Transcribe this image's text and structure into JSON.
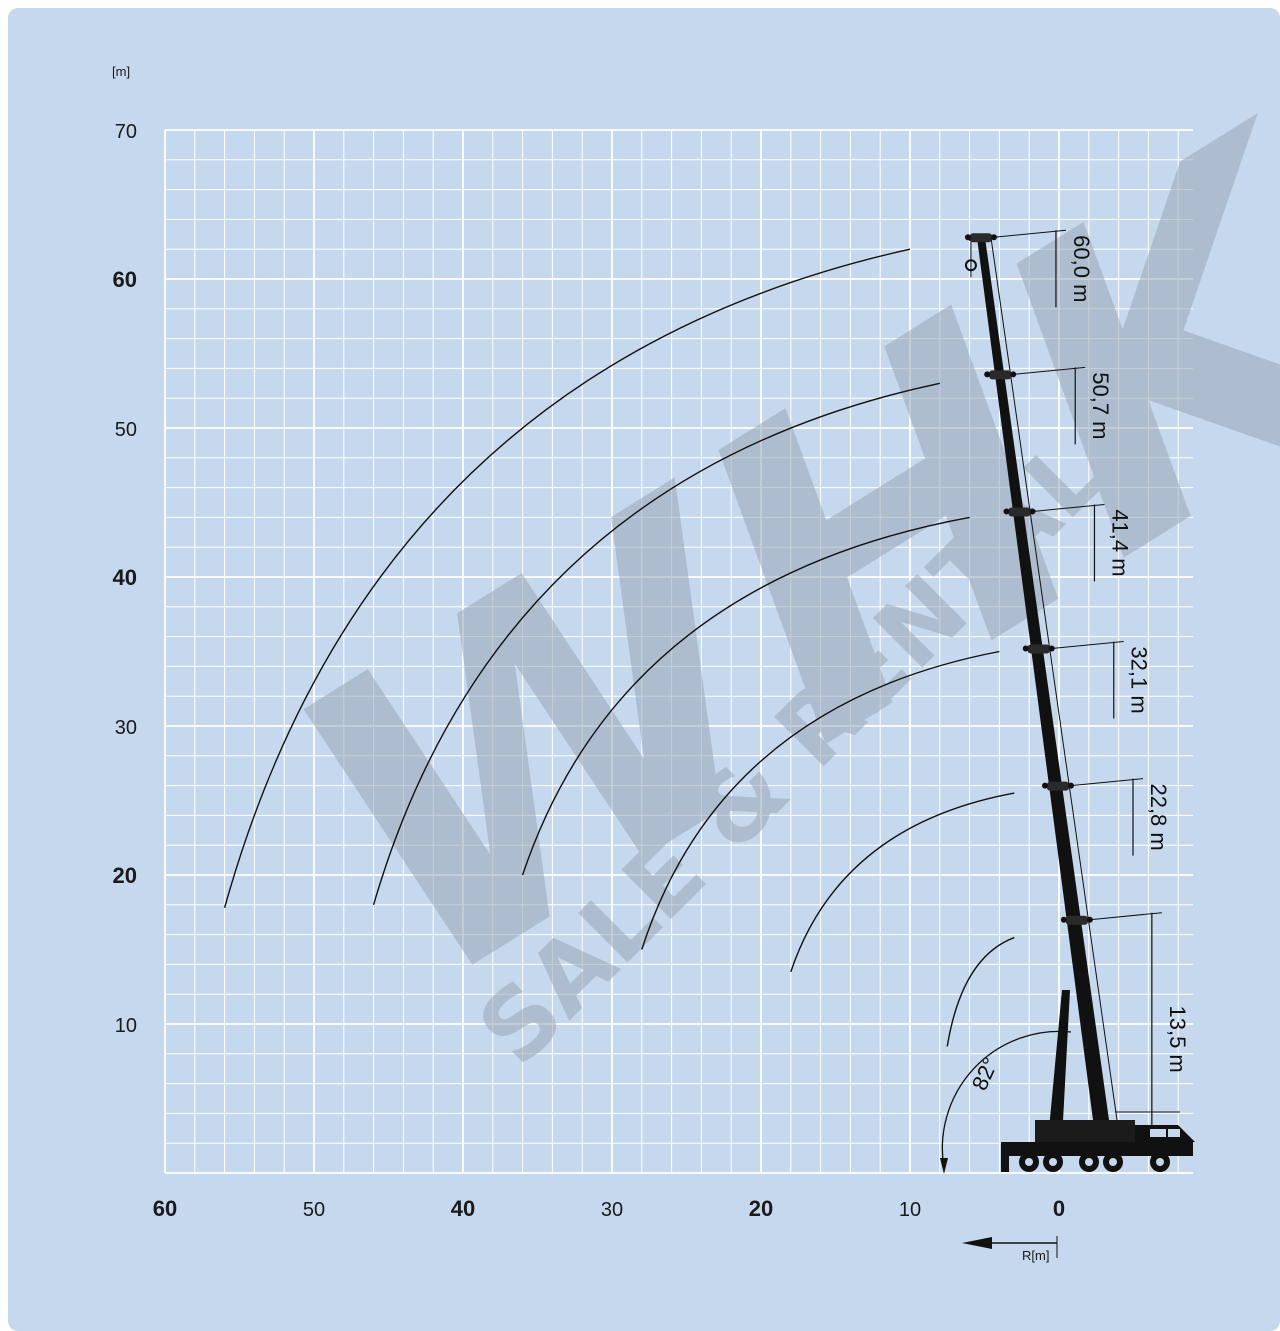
{
  "units": {
    "y": "[m]",
    "x": "R[m]"
  },
  "watermark": {
    "logo": "WHK",
    "text": "SALE & RENTAL"
  },
  "angle_label": "82°",
  "colors": {
    "background": "#c6d8ee",
    "grid": "#ffffff",
    "ink": "#111111",
    "watermark": "#9aa7b7"
  },
  "chart_data": {
    "type": "line",
    "x_axis": {
      "range": [
        60,
        -9
      ],
      "reversed": true,
      "ticks": [
        {
          "value": 60,
          "label": "60",
          "bold": true
        },
        {
          "value": 50,
          "label": "50",
          "bold": false
        },
        {
          "value": 40,
          "label": "40",
          "bold": true
        },
        {
          "value": 30,
          "label": "30",
          "bold": false
        },
        {
          "value": 20,
          "label": "20",
          "bold": true
        },
        {
          "value": 10,
          "label": "10",
          "bold": false
        },
        {
          "value": 0,
          "label": "0",
          "bold": true
        }
      ]
    },
    "y_axis": {
      "range": [
        0,
        70
      ],
      "ticks": [
        {
          "value": 70,
          "label": "70",
          "bold": false
        },
        {
          "value": 60,
          "label": "60",
          "bold": true
        },
        {
          "value": 50,
          "label": "50",
          "bold": false
        },
        {
          "value": 40,
          "label": "40",
          "bold": true
        },
        {
          "value": 30,
          "label": "30",
          "bold": false
        },
        {
          "value": 20,
          "label": "20",
          "bold": true
        },
        {
          "value": 10,
          "label": "10",
          "bold": false
        }
      ]
    },
    "grid": {
      "on": true,
      "x_step": 2,
      "y_step": 2
    },
    "boom_angle_deg": 82,
    "boom_sections": [
      {
        "label": "13,5 m",
        "height": 17.0
      },
      {
        "label": "22,8 m",
        "height": 26.0
      },
      {
        "label": "32,1 m",
        "height": 35.2
      },
      {
        "label": "41,4 m",
        "height": 44.4
      },
      {
        "label": "50,7 m",
        "height": 53.6
      },
      {
        "label": "60,0 m",
        "height": 62.8
      }
    ],
    "working_range_arcs": [
      {
        "points": [
          [
            7.5,
            8.5
          ],
          [
            3,
            15.8
          ]
        ]
      },
      {
        "points": [
          [
            18,
            13.5
          ],
          [
            3,
            25.5
          ]
        ]
      },
      {
        "points": [
          [
            28,
            15
          ],
          [
            4,
            35
          ]
        ]
      },
      {
        "points": [
          [
            36,
            20
          ],
          [
            6,
            44
          ]
        ]
      },
      {
        "points": [
          [
            46,
            18
          ],
          [
            8,
            53
          ]
        ]
      },
      {
        "points": [
          [
            56,
            17.8
          ],
          [
            10,
            62
          ]
        ]
      }
    ]
  }
}
